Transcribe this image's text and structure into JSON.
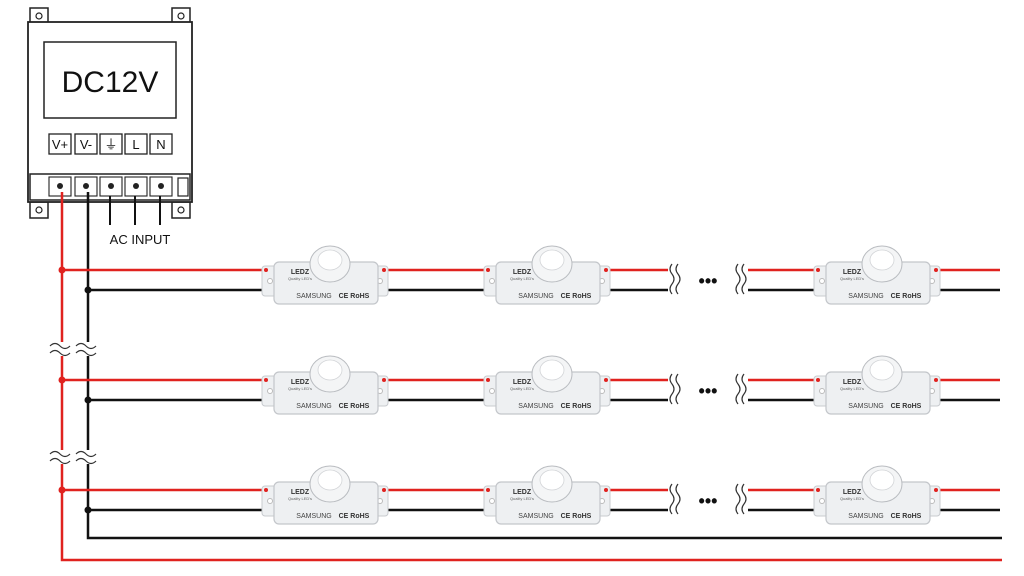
{
  "power_supply": {
    "label": "DC12V",
    "terminals": [
      "V+",
      "V-",
      "⏚",
      "L",
      "N"
    ],
    "ac_label": "AC INPUT"
  },
  "module": {
    "brand": "LEDZ",
    "sub": "Quality LED's",
    "maker": "SAMSUNG",
    "cert": "CE RoHS"
  },
  "ellipsis": "•••",
  "colors": {
    "positive_wire": "#e0221f",
    "negative_wire": "#111111",
    "module_body": "#eef0f2"
  }
}
